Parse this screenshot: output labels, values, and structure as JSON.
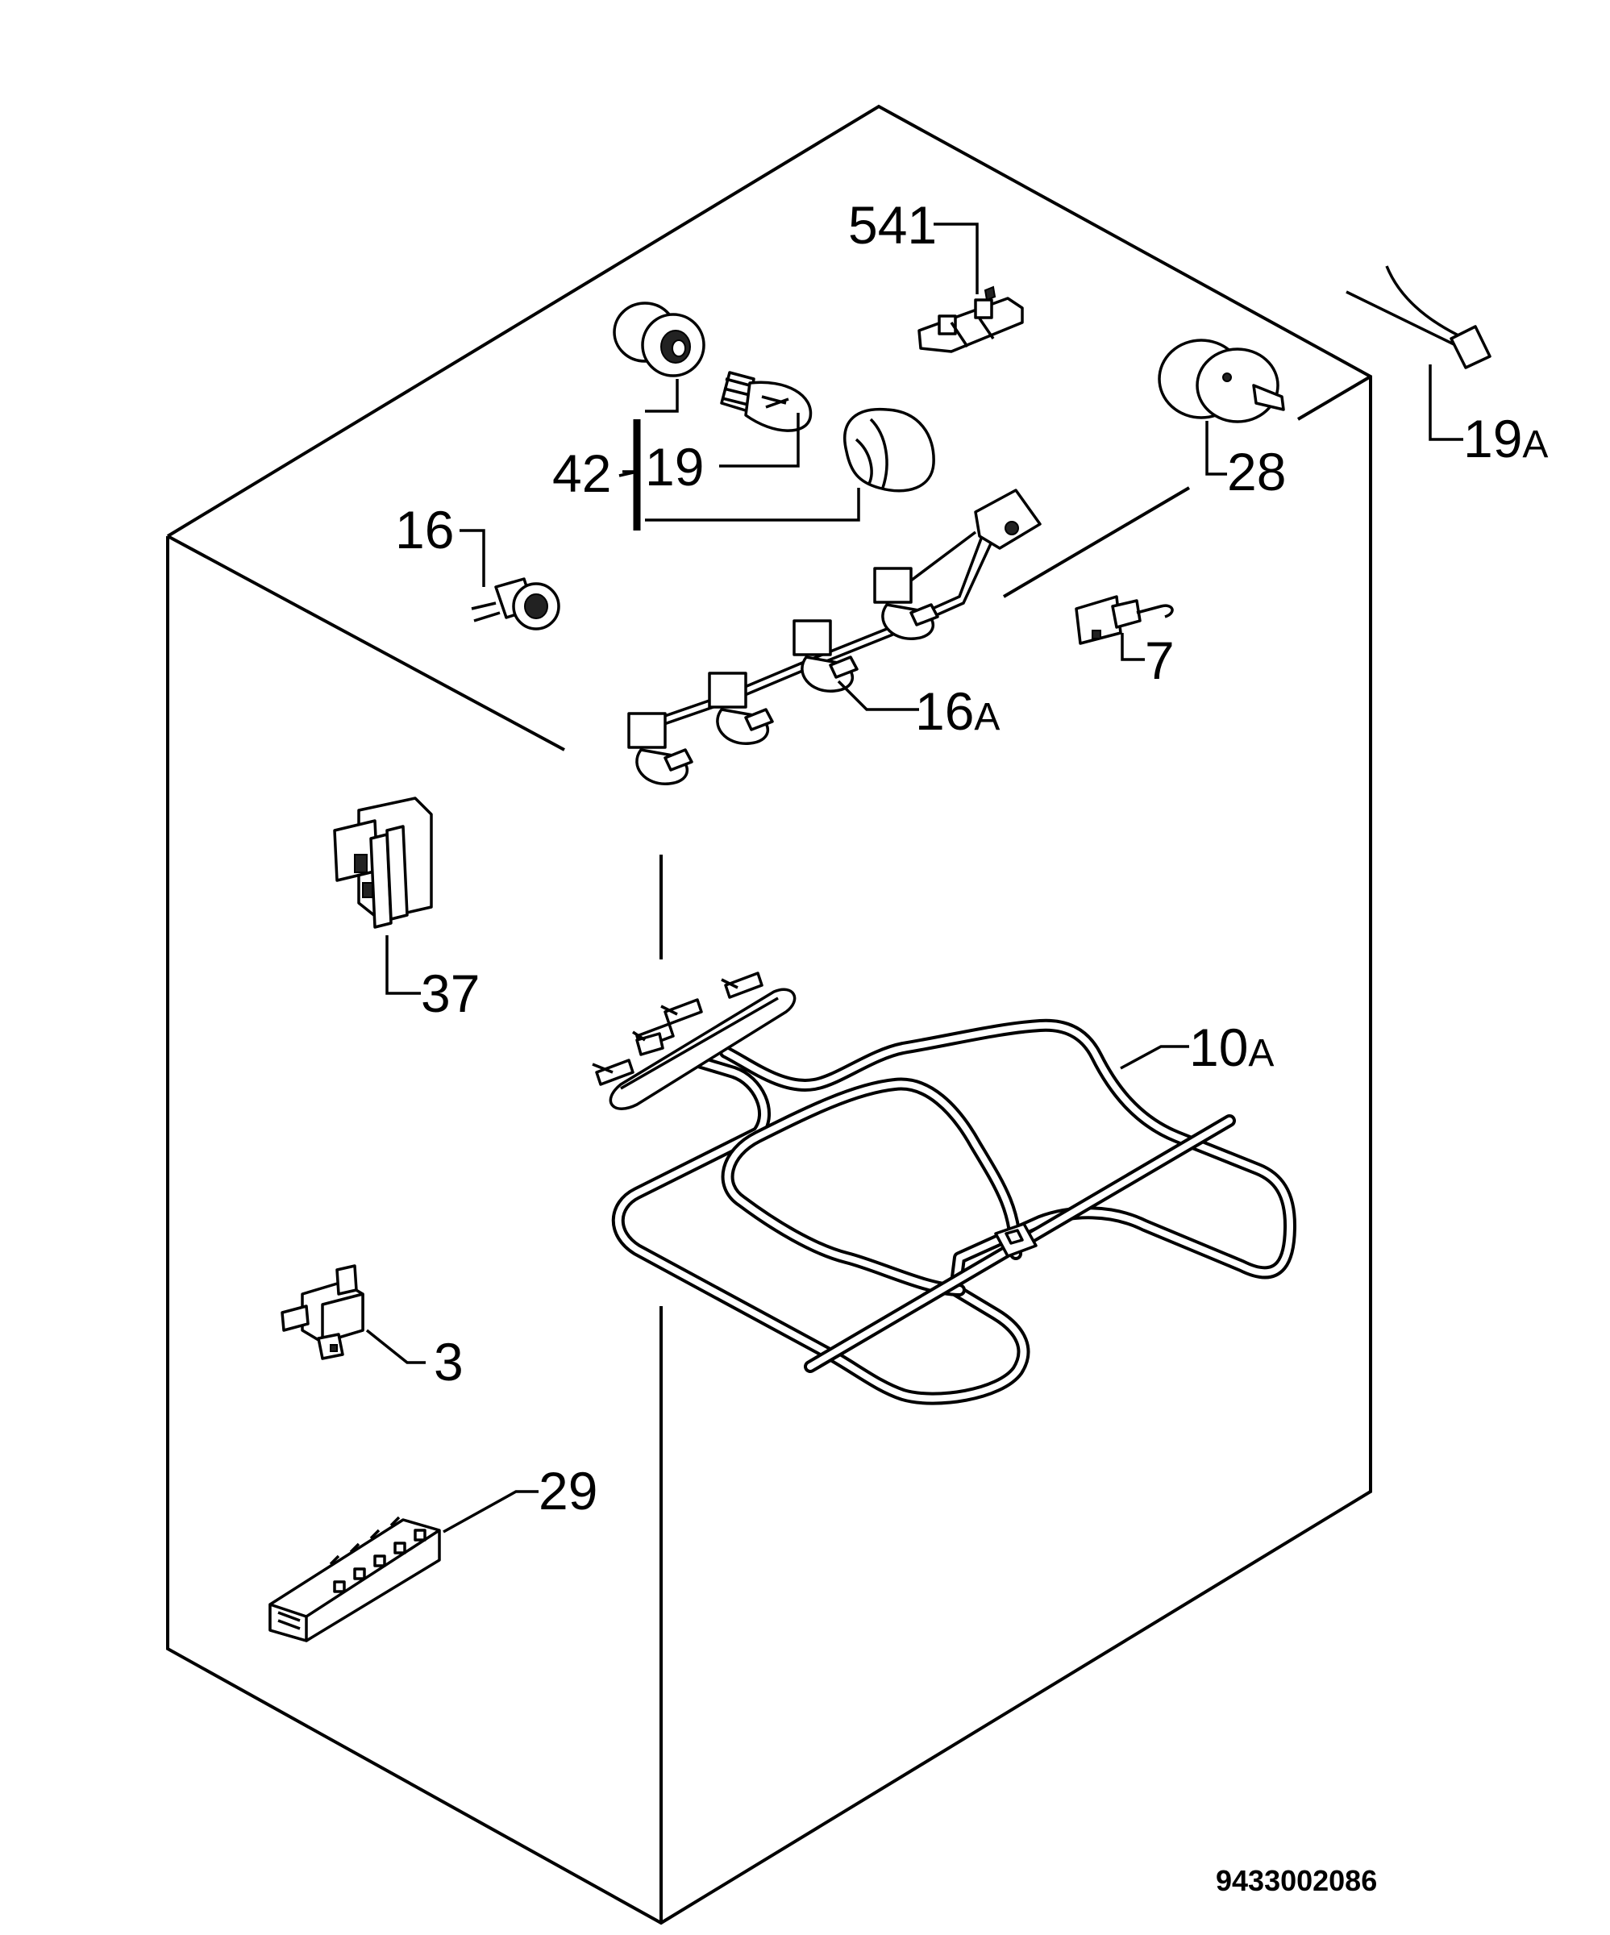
{
  "diagram": {
    "labels": {
      "p541": "541",
      "p19a_num": "19",
      "p19a_suffix": "A",
      "p28": "28",
      "p42": "42",
      "p19": "19",
      "p16": "16",
      "p16a_num": "16",
      "p16a_suffix": "A",
      "p7": "7",
      "p37": "37",
      "p10a_num": "10",
      "p10a_suffix": "A",
      "p3": "3",
      "p29": "29"
    },
    "drawing_code": "9433002086"
  }
}
